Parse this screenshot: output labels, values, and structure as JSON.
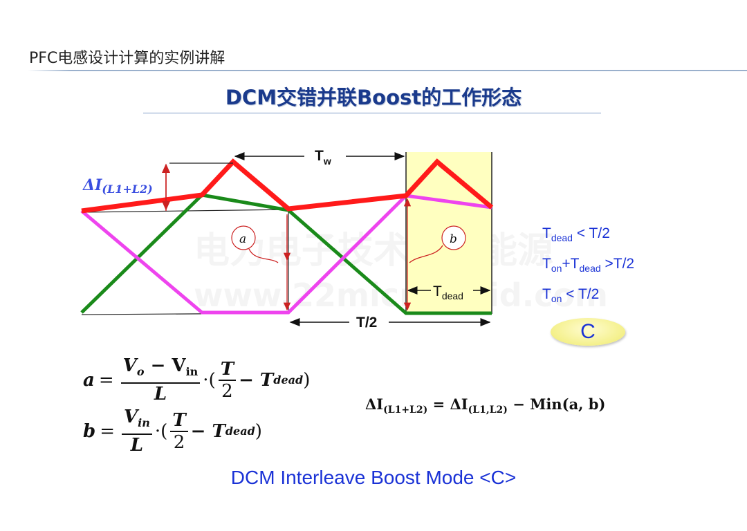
{
  "header": {
    "title": "PFC电感设计计算的实例讲解"
  },
  "slide": {
    "title": "DCM交错并联Boost的工作形态"
  },
  "watermark": {
    "line1": "电力电子技术与新能源",
    "line2": "www.22micro-grid.com"
  },
  "diagram": {
    "delta_label": "ΔI",
    "delta_sub": "(L1+L2)",
    "tw_label": "T",
    "tw_sub": "w",
    "half_period_label": "T/2",
    "tdead_label": "T",
    "tdead_sub": "dead",
    "callout_a": "a",
    "callout_b": "b",
    "colors": {
      "sum": "#ff1a1a",
      "phase1": "#1a8a1a",
      "phase2": "#ee44ee",
      "highlight": "#ffffc0",
      "annot": "#cc2222"
    }
  },
  "conditions": {
    "c1": {
      "t": "T",
      "sub": "dead",
      "rest": " < T/2"
    },
    "c2": {
      "t": "T",
      "sub": "on",
      "mid": "+T",
      "sub2": "dead",
      "rest": " >T/2"
    },
    "c3": {
      "t": "T",
      "sub": "on",
      "rest": " < T/2"
    }
  },
  "mode_badge": "C",
  "formulas": {
    "a": {
      "lhs": "a",
      "num": "V",
      "num_sub": "o",
      "num_minus": " − V",
      "num_sub2": "in",
      "den": "L",
      "dot": "·",
      "tail_open": "(",
      "half_num": "T",
      "half_den": "2",
      "tail": " − T",
      "tail_sub": "dead",
      "tail_close": ")"
    },
    "b": {
      "lhs": "b",
      "num": "V",
      "num_sub": "in",
      "den": "L",
      "dot": "·",
      "tail_open": "(",
      "half_num": "T",
      "half_den": "2",
      "tail": " − T",
      "tail_sub": "dead",
      "tail_close": ")"
    },
    "delta": {
      "lhs": "ΔI",
      "lhs_sub": "(L1+L2)",
      "eq": " = ΔI",
      "rhs_sub": "(L1,L2)",
      "rest": " − Min(a, b)"
    }
  },
  "footer": {
    "caption": "DCM Interleave Boost Mode <C>"
  }
}
